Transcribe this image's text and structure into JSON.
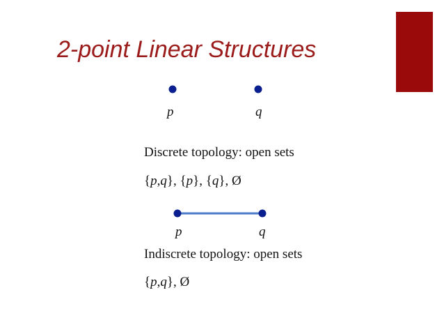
{
  "slide": {
    "title": "2-point Linear Structures",
    "accent_color": "#9b0a0a",
    "title_color": "#9b1a1a"
  },
  "diagram1": {
    "point_p": "p",
    "point_q": "q",
    "connected": false,
    "caption_heading": "Discrete topology: open sets",
    "open_sets": {
      "s1_open": "{",
      "s1_p": "p",
      "s1_comma": ",",
      "s1_q": "q",
      "s1_close": "}, {",
      "s2_p": "p",
      "s2_close": "}, {",
      "s3_q": "q",
      "s3_close": "}, Ø"
    }
  },
  "diagram2": {
    "point_p": "p",
    "point_q": "q",
    "connected": true,
    "caption_heading": "Indiscrete topology: open sets",
    "open_sets": {
      "s1_open": "{",
      "s1_p": "p",
      "s1_comma": ",",
      "s1_q": "q",
      "s1_close": "}, Ø"
    }
  },
  "colors": {
    "point": "#0a1f8f",
    "edge": "#4a7ac8"
  }
}
